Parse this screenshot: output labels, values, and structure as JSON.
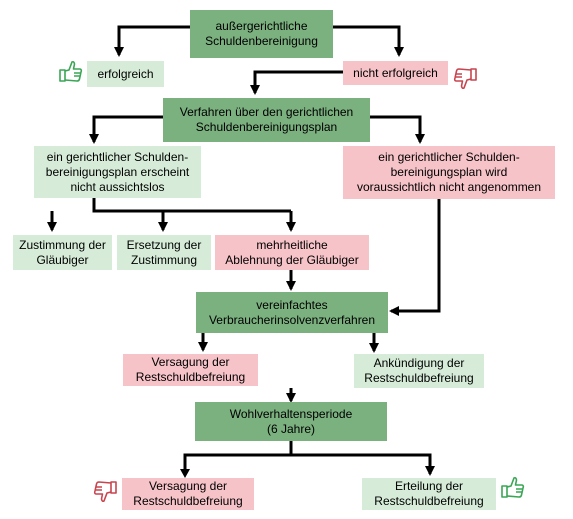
{
  "colors": {
    "dark_green": "#7bb07f",
    "light_green": "#d6ecd8",
    "pink": "#f6c3c8",
    "thumb_up": "#3aa655",
    "thumb_down": "#c8454f",
    "arrow": "#000000"
  },
  "nodes": {
    "aussergerichtlich": "außergerichtliche\nSchuldenbereinigung",
    "erfolgreich": "erfolgreich",
    "nicht_erfolgreich": "nicht erfolgreich",
    "verfahren": "Verfahren über den gerichtlichen\nSchuldenbereinigungsplan",
    "aussichtslos": "ein gerichtlicher Schulden-\nbereinigungsplan erscheint\nnicht aussichtslos",
    "nicht_angenommen": "ein gerichtlicher Schulden-\nbereinigungsplan wird\nvoraussichtlich nicht angenommen",
    "zustimmung": "Zustimmung der\nGläubiger",
    "ersetzung": "Ersetzung der\nZustimmung",
    "ablehnung": "mehrheitliche\nAblehnung der Gläubiger",
    "vereinfacht": "vereinfachtes\nVerbraucherinsolvenzverfahren",
    "versagung_1": "Versagung der\nRestschuldbefreiung",
    "ankuendigung": "Ankündigung der\nRestschuldbefreiung",
    "wohlverhalten": "Wohlverhaltensperiode\n(6 Jahre)",
    "versagung_2": "Versagung der\nRestschuldbefreiung",
    "erteilung": "Erteilung der\nRestschuldbefreiung"
  },
  "icons": {
    "top_success": "thumbs-up-icon",
    "top_failure": "thumbs-down-icon",
    "bottom_failure": "thumbs-down-icon",
    "bottom_success": "thumbs-up-icon"
  }
}
